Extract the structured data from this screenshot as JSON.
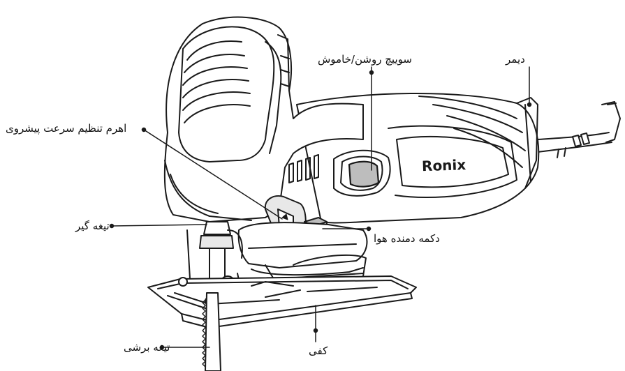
{
  "labels": {
    "power_switch": "سوییچ روشن/خاموش",
    "dimmer": "دیمر",
    "speed_lever": "اهرم تنظیم سرعت پیشروی",
    "blade_holder": "تیغه گیر",
    "air_blower_button": "دکمه دمنده هوا",
    "cutting_blade": "تیغه برشی",
    "base_plate": "کفی"
  },
  "brand": "Ronix",
  "colors": {
    "line": "#1a1a1a",
    "fill": "#ffffff",
    "shade": "#e8e8e8",
    "dark_shade": "#bdbdbd"
  }
}
